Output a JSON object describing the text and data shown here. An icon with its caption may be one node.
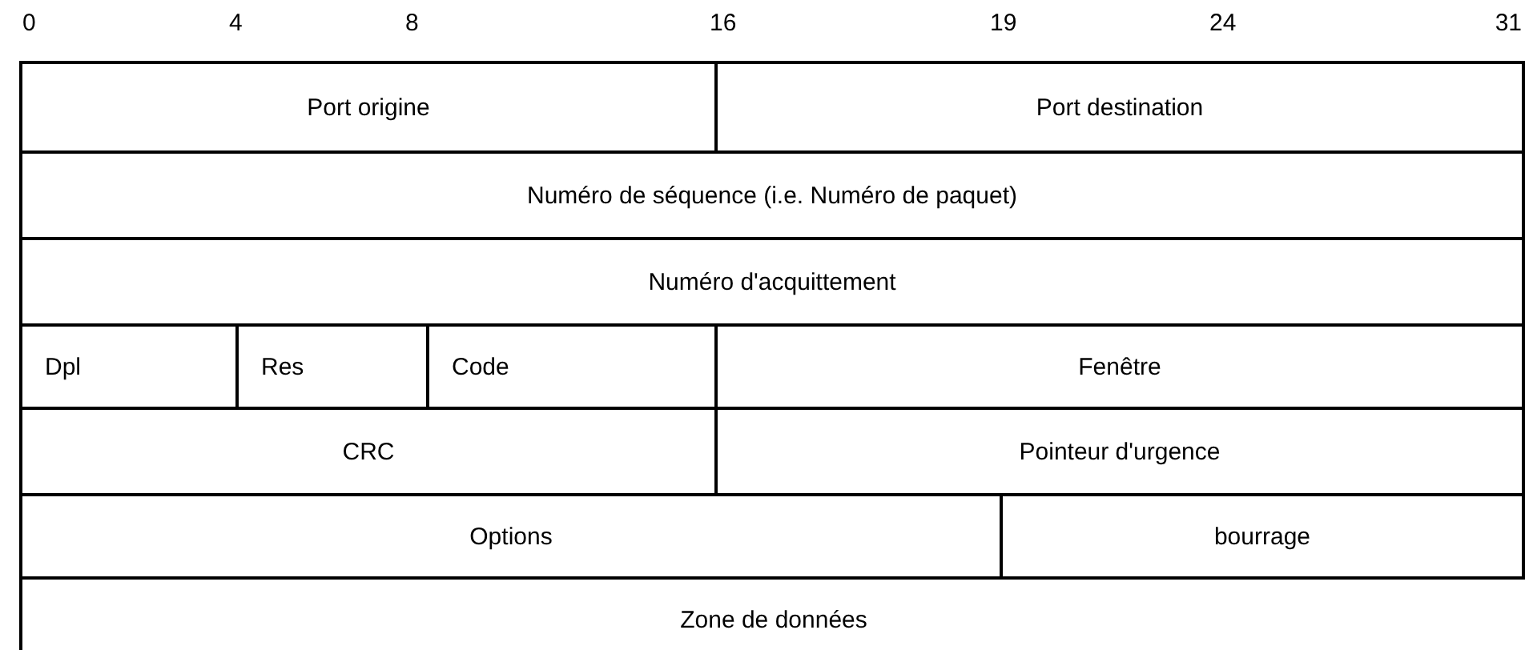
{
  "diagram": {
    "nodes": [
      {
        "text": [
          "Port origine"
        ]
      },
      {
        "text": [
          "Port destination"
        ]
      },
      {
        "text": [
          "Numéro de séquence (i.e. Numéro de paquet)"
        ]
      },
      {
        "text": [
          "Numéro d'acquittement"
        ]
      },
      {
        "text": [
          "Dpl"
        ]
      },
      {
        "text": [
          "Res"
        ]
      },
      {
        "text": [
          "Code"
        ]
      },
      {
        "text": [
          "Fenêtre"
        ]
      },
      {
        "text": [
          "CRC"
        ]
      },
      {
        "text": [
          "Pointeur d'urgence"
        ]
      },
      {
        "text": [
          "Options"
        ]
      },
      {
        "text": [
          "bourrage"
        ]
      },
      {
        "text": [
          "Zone de données"
        ]
      }
    ],
    "edges": [],
    "labels": [
      "0",
      "4",
      "8",
      "16",
      "19",
      "24",
      "31"
    ]
  }
}
